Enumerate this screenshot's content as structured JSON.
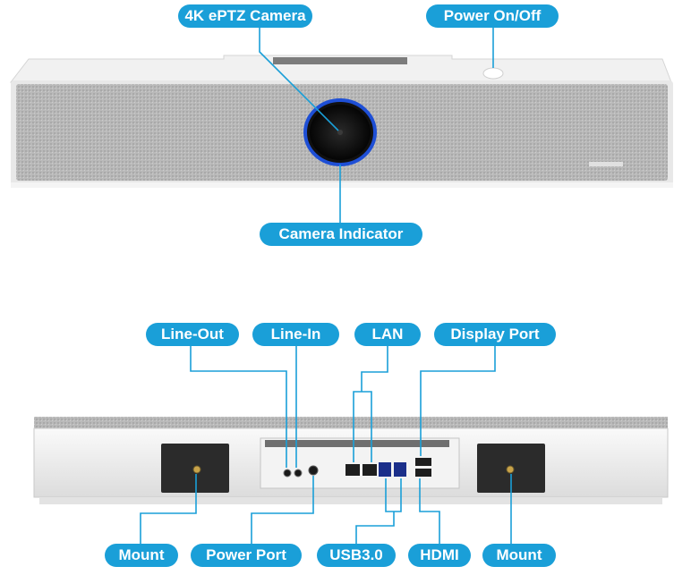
{
  "colors": {
    "label_bg": "#1a9fd8",
    "label_text": "#ffffff",
    "leader_line": "#1a9fd8",
    "fabric": "#b7b7b7",
    "housing": "#eeeeee",
    "camera_ring": "#1e4fd6",
    "port_block": "#2b2b2b"
  },
  "front_view": {
    "labels": {
      "camera": "4K ePTZ Camera",
      "power": "Power On/Off",
      "indicator": "Camera Indicator"
    }
  },
  "rear_view": {
    "labels": {
      "line_out": "Line-Out",
      "line_in": "Line-In",
      "lan": "LAN",
      "display_port": "Display Port",
      "mount_left": "Mount",
      "power_port": "Power  Port",
      "usb": "USB3.0",
      "hdmi": "HDMI",
      "mount_right": "Mount"
    }
  }
}
